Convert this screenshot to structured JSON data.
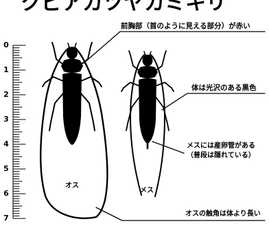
{
  "title": "クビアカツヤカミキリ",
  "ruler": {
    "labels": [
      "0",
      "1",
      "2",
      "3",
      "4",
      "5",
      "6",
      "7"
    ]
  },
  "specimens": {
    "male_label": "オス",
    "female_label": "メス"
  },
  "annotations": {
    "pronotum": "前胸部（首のように見える部分）が赤い",
    "body_color": "体は光沢のある黒色",
    "ovipositor": [
      "メスには産卵管がある",
      "（普段は隠れている）"
    ],
    "male_antenna": "オスの触角は体より長い"
  },
  "colors": {
    "ink": "#000000",
    "background": "#ffffff"
  }
}
